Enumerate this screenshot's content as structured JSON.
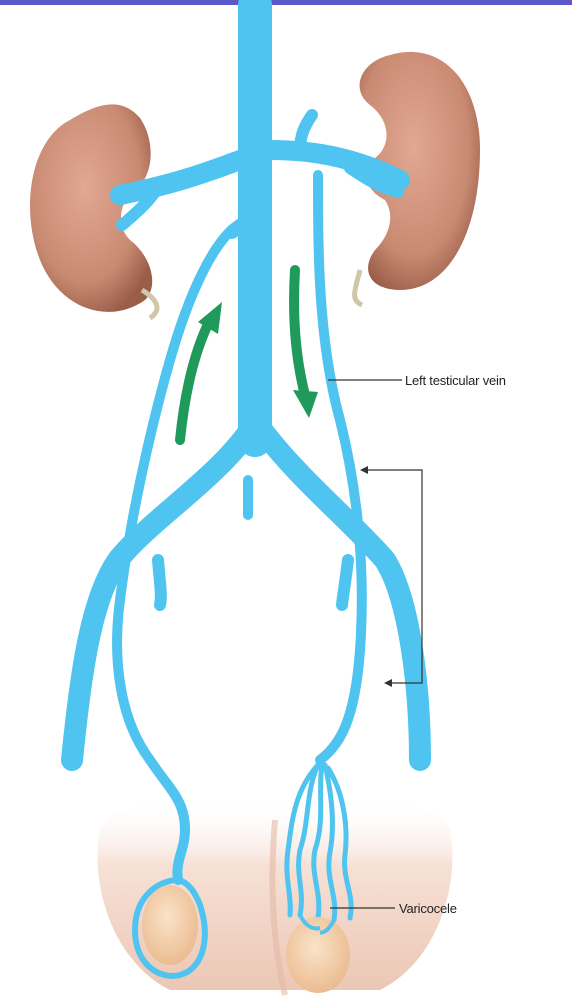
{
  "colors": {
    "vein": "#4fc4f0",
    "vein_dark": "#2a9fd6",
    "kidney": "#c98a72",
    "kidney_dark": "#9a5d48",
    "flow_arrow": "#1f9a5a",
    "skin": "#f3d6c6",
    "testis": "#f2c9a0",
    "leader_line": "#333333",
    "accent_bar": "#5b58c9"
  },
  "labels": {
    "left_testicular_vein": "Left testicular vein",
    "varicocele": "Varicocele"
  },
  "icons": {
    "flow_up": "green-up-arrow",
    "flow_down": "green-down-arrow"
  }
}
